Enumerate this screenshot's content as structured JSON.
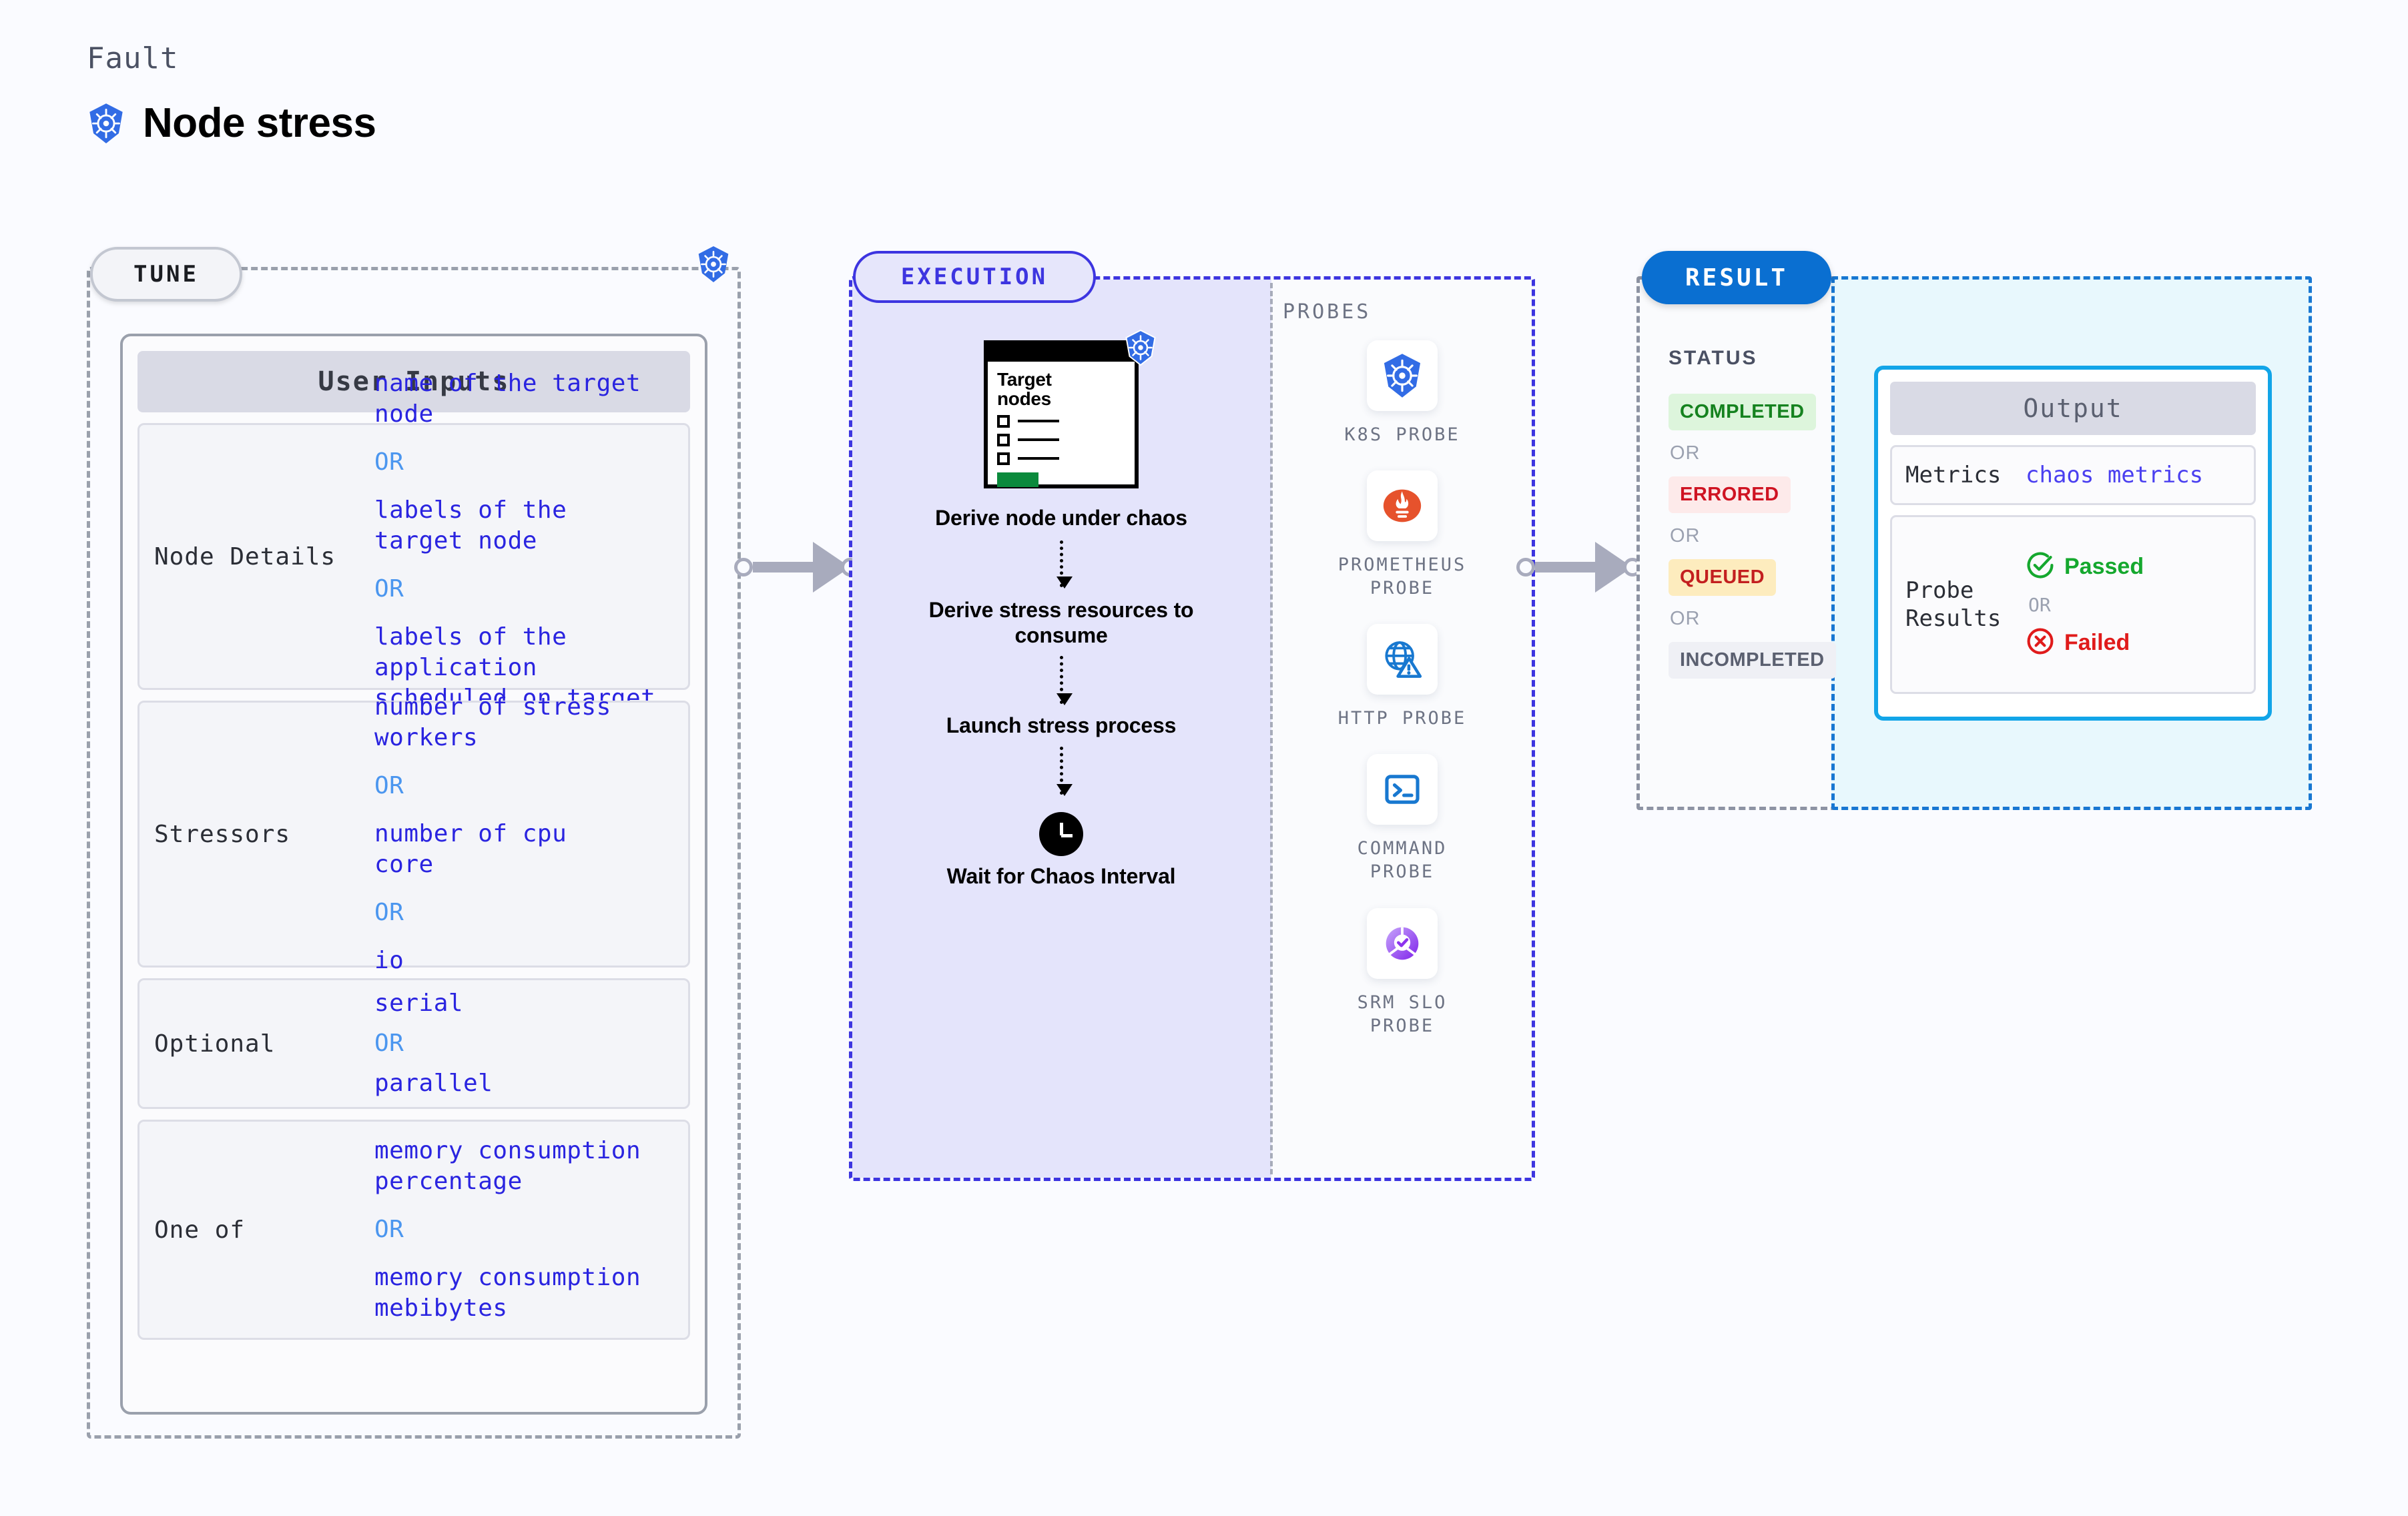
{
  "header": {
    "kicker": "Fault",
    "title": "Node stress",
    "icon": "kubernetes-icon"
  },
  "tune": {
    "tag": "TUNE",
    "badge_icon": "kubernetes-icon",
    "card_title": "User Inputs",
    "rows": [
      {
        "label": "Node Details",
        "values": [
          "name of the target\nnode",
          "labels of the\ntarget node",
          "labels of the application\n scheduled on target node"
        ],
        "separator": "OR"
      },
      {
        "label": "Stressors",
        "values": [
          "number of stress\nworkers",
          "number of cpu\ncore",
          "io"
        ],
        "separator": "OR"
      },
      {
        "label": "Optional",
        "values": [
          "serial",
          "parallel"
        ],
        "separator": "OR"
      },
      {
        "label": "One of",
        "values": [
          "memory consumption\npercentage",
          "memory consumption\nmebibytes"
        ],
        "separator": "OR"
      }
    ]
  },
  "execution": {
    "tag": "EXECUTION",
    "illustration": {
      "title": "Target\nnodes",
      "badge_icon": "kubernetes-icon",
      "checkbox_rows": 3,
      "accent_color": "#0b8a3c"
    },
    "steps": [
      "Derive node under chaos",
      "Derive stress resources to consume",
      "Launch stress process",
      "Wait for Chaos Interval"
    ],
    "wait_icon": "clock-icon",
    "probes_label": "PROBES",
    "probes": [
      {
        "name": "K8S  PROBE",
        "icon": "kubernetes-icon"
      },
      {
        "name": "PROMETHEUS\nPROBE",
        "icon": "prometheus-icon"
      },
      {
        "name": "HTTP  PROBE",
        "icon": "globe-warning-icon"
      },
      {
        "name": "COMMAND\nPROBE",
        "icon": "terminal-icon"
      },
      {
        "name": "SRM  SLO\nPROBE",
        "icon": "slo-donut-check-icon"
      }
    ]
  },
  "result": {
    "tag": "RESULT",
    "status_label": "STATUS",
    "separator": "OR",
    "statuses": [
      {
        "label": "COMPLETED",
        "color": "#15821f",
        "bg": "#ddf5dc"
      },
      {
        "label": "ERRORED",
        "color": "#cf1322",
        "bg": "#fdeaea"
      },
      {
        "label": "QUEUED",
        "color": "#c31f1f",
        "bg": "#fdecbe"
      },
      {
        "label": "INCOMPLETED",
        "color": "#5b6070",
        "bg": "#eff0f5"
      }
    ],
    "output": {
      "title": "Output",
      "metrics_label": "Metrics",
      "metrics_value": "chaos metrics",
      "probe_results_label": "Probe\nResults",
      "passed": {
        "label": "Passed",
        "color": "#15a82e",
        "icon": "check-circle-icon"
      },
      "failed": {
        "label": "Failed",
        "color": "#e01b1b",
        "icon": "x-circle-icon"
      },
      "separator": "OR"
    }
  }
}
